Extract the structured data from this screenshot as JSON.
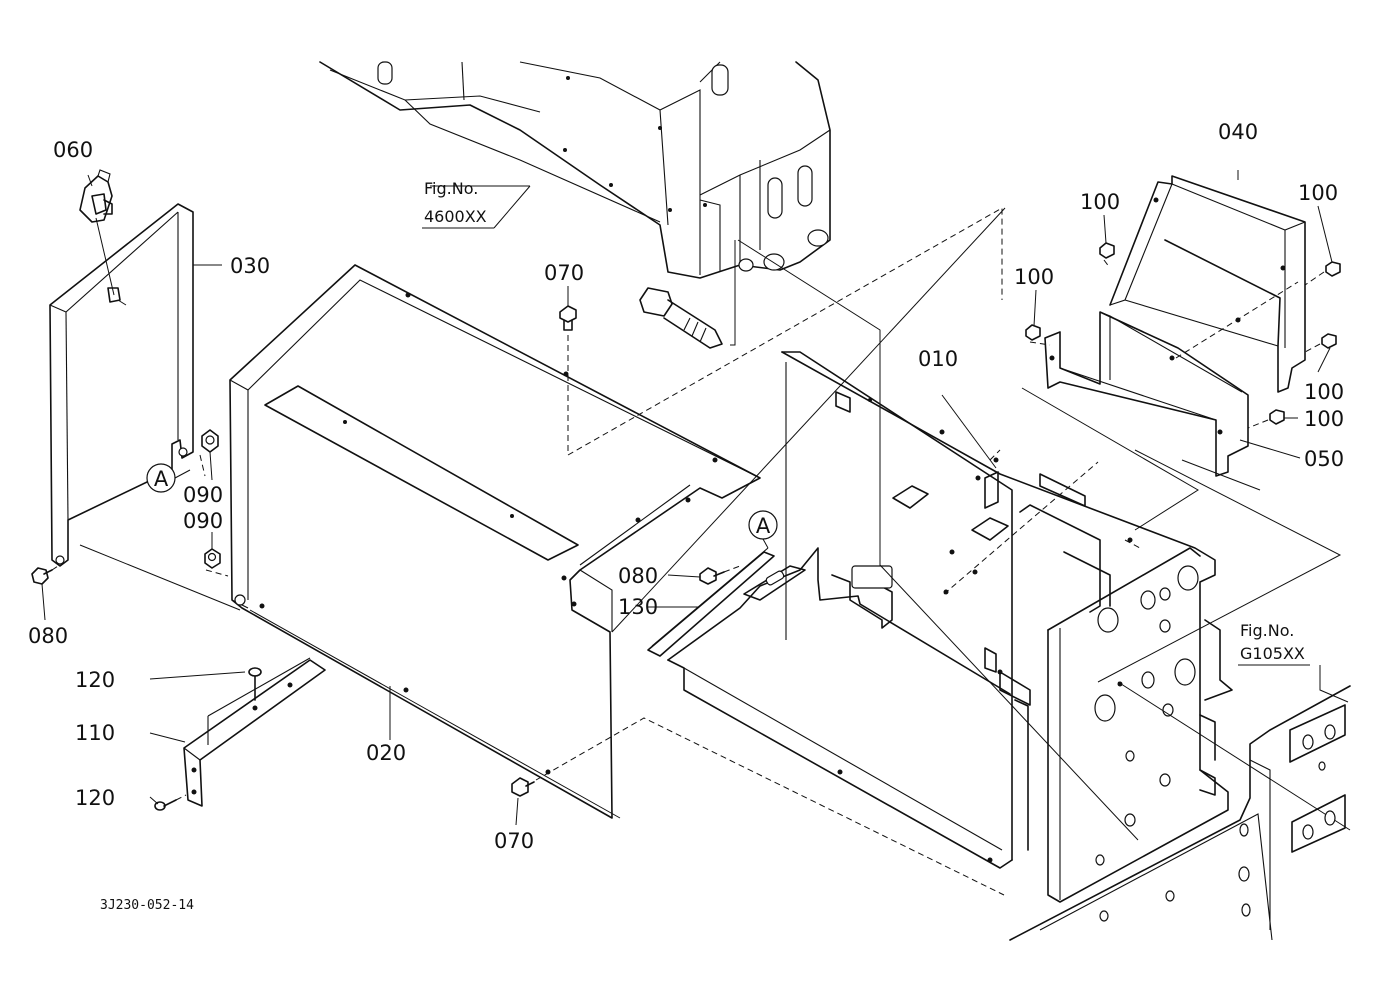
{
  "parts": {
    "p010": "010",
    "p020": "020",
    "p030": "030",
    "p040": "040",
    "p050": "050",
    "p060": "060",
    "p070": "070",
    "p080": "080",
    "p090": "090",
    "p100": "100",
    "p110": "110",
    "p120": "120",
    "p130": "130"
  },
  "markers": {
    "a": "A"
  },
  "fig_refs": {
    "top": {
      "line1": "Fig.No.",
      "line2": "4600XX"
    },
    "right": {
      "line1": "Fig.No.",
      "line2": "G105XX"
    }
  },
  "drawing_code": "3J230-052-14"
}
